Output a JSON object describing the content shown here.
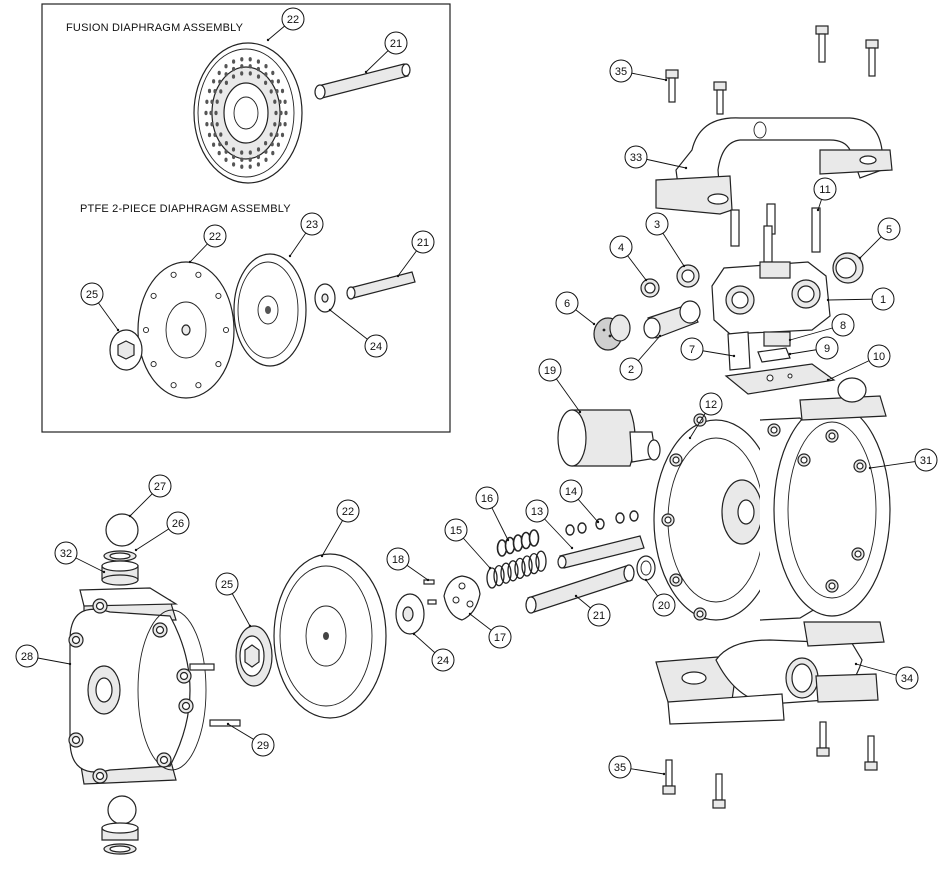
{
  "inset": {
    "fusion_title": "FUSION DIAPHRAGM ASSEMBLY",
    "ptfe_title": "PTFE 2-PIECE DIAPHRAGM ASSEMBLY"
  },
  "callouts": [
    {
      "id": "c22a",
      "label": "22"
    },
    {
      "id": "c21a",
      "label": "21"
    },
    {
      "id": "c22b",
      "label": "22"
    },
    {
      "id": "c23",
      "label": "23"
    },
    {
      "id": "c21b",
      "label": "21"
    },
    {
      "id": "c25a",
      "label": "25"
    },
    {
      "id": "c24a",
      "label": "24"
    },
    {
      "id": "c35a",
      "label": "35"
    },
    {
      "id": "c33",
      "label": "33"
    },
    {
      "id": "c11",
      "label": "11"
    },
    {
      "id": "c3",
      "label": "3"
    },
    {
      "id": "c4",
      "label": "4"
    },
    {
      "id": "c5",
      "label": "5"
    },
    {
      "id": "c6",
      "label": "6"
    },
    {
      "id": "c1",
      "label": "1"
    },
    {
      "id": "c8",
      "label": "8"
    },
    {
      "id": "c7",
      "label": "7"
    },
    {
      "id": "c2",
      "label": "2"
    },
    {
      "id": "c9",
      "label": "9"
    },
    {
      "id": "c10",
      "label": "10"
    },
    {
      "id": "c19",
      "label": "19"
    },
    {
      "id": "c12",
      "label": "12"
    },
    {
      "id": "c31",
      "label": "31"
    },
    {
      "id": "c27",
      "label": "27"
    },
    {
      "id": "c26",
      "label": "26"
    },
    {
      "id": "c16",
      "label": "16"
    },
    {
      "id": "c14",
      "label": "14"
    },
    {
      "id": "c13",
      "label": "13"
    },
    {
      "id": "c15",
      "label": "15"
    },
    {
      "id": "c22c",
      "label": "22"
    },
    {
      "id": "c32",
      "label": "32"
    },
    {
      "id": "c18",
      "label": "18"
    },
    {
      "id": "c25b",
      "label": "25"
    },
    {
      "id": "c28",
      "label": "28"
    },
    {
      "id": "c20",
      "label": "20"
    },
    {
      "id": "c21c",
      "label": "21"
    },
    {
      "id": "c17",
      "label": "17"
    },
    {
      "id": "c24b",
      "label": "24"
    },
    {
      "id": "c34",
      "label": "34"
    },
    {
      "id": "c29",
      "label": "29"
    },
    {
      "id": "c35b",
      "label": "35"
    }
  ]
}
